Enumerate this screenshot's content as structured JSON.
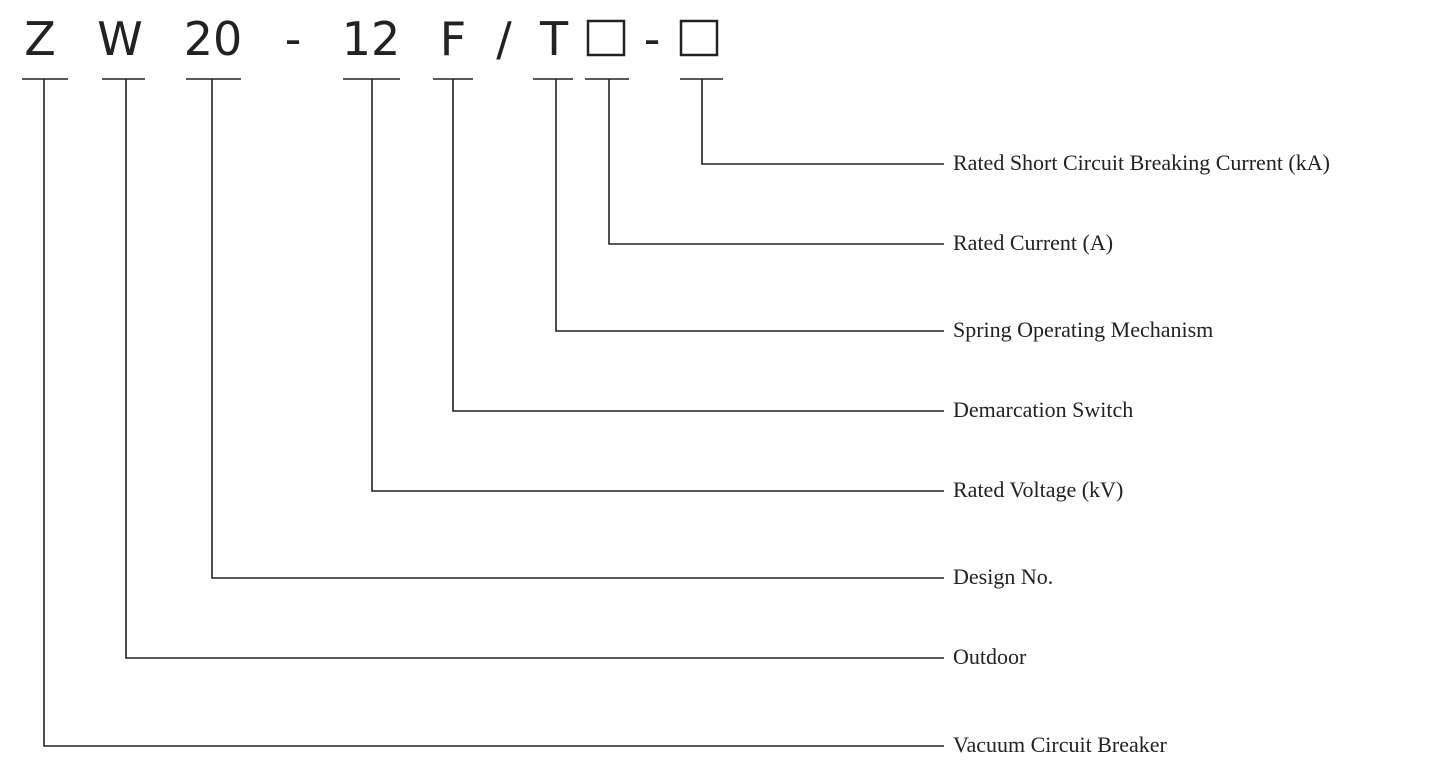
{
  "model_code": {
    "segments": [
      {
        "id": "z",
        "text": "Z",
        "kind": "char"
      },
      {
        "id": "w",
        "text": "W",
        "kind": "char"
      },
      {
        "id": "design",
        "text": "20",
        "kind": "char"
      },
      {
        "id": "dash1",
        "text": "-",
        "kind": "char"
      },
      {
        "id": "voltage",
        "text": "12",
        "kind": "char"
      },
      {
        "id": "f",
        "text": "F",
        "kind": "char"
      },
      {
        "id": "slash",
        "text": "/",
        "kind": "char"
      },
      {
        "id": "t",
        "text": "T",
        "kind": "char"
      },
      {
        "id": "current-box",
        "text": "",
        "kind": "box"
      },
      {
        "id": "dash2",
        "text": "-",
        "kind": "char"
      },
      {
        "id": "breaking-box",
        "text": "",
        "kind": "box"
      }
    ]
  },
  "labels": [
    {
      "segment": "breaking-box",
      "text": "Rated Short Circuit Breaking Current (kA)"
    },
    {
      "segment": "current-box",
      "text": "Rated Current (A)"
    },
    {
      "segment": "t",
      "text": "Spring Operating Mechanism"
    },
    {
      "segment": "f",
      "text": "Demarcation Switch"
    },
    {
      "segment": "voltage",
      "text": "Rated Voltage (kV)"
    },
    {
      "segment": "design",
      "text": "Design No."
    },
    {
      "segment": "w",
      "text": "Outdoor"
    },
    {
      "segment": "z",
      "text": "Vacuum Circuit Breaker"
    }
  ]
}
